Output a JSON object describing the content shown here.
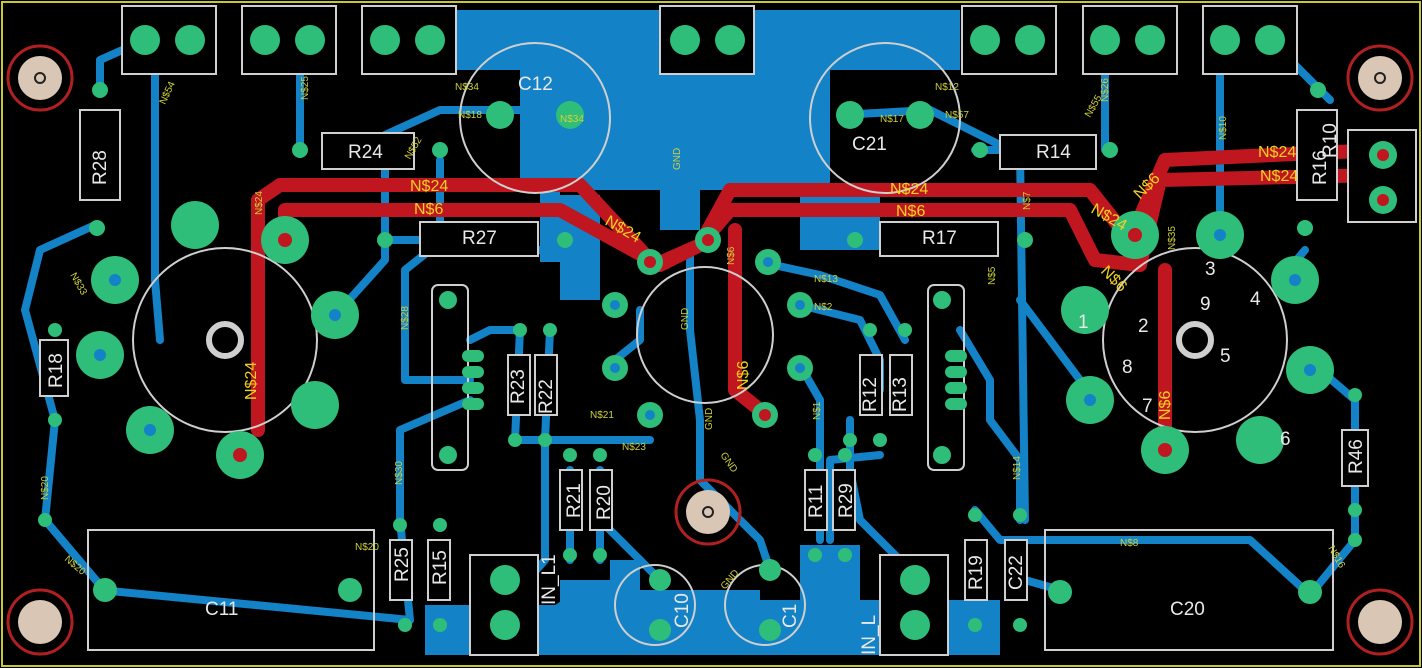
{
  "board": {
    "colors": {
      "background": "#000000",
      "top_copper": "#c0161f",
      "bottom_copper": "#1382c6",
      "pad": "#2fbd7a",
      "silk": "#e6e6e6",
      "net_label": "#cfd13a",
      "outline": "#c8c832"
    },
    "ref_labels": [
      "R28",
      "R24",
      "R27",
      "R17",
      "R14",
      "R16",
      "R18",
      "R46",
      "R10",
      "R23",
      "R22",
      "R12",
      "R13",
      "R21",
      "R20",
      "R11",
      "R29",
      "R25",
      "R15",
      "R19",
      "C22",
      "C12",
      "C21",
      "C11",
      "C20",
      "C10",
      "C1"
    ],
    "pour_labels": [
      "GND",
      "GND",
      "GND",
      "GND",
      "GND"
    ],
    "red_net_labels": [
      "N$24",
      "N$6",
      "N$24",
      "N$6",
      "N$24",
      "N$24",
      "N$6",
      "N$24",
      "N$6",
      "N$24",
      "N$6",
      "N$6",
      "N$24"
    ],
    "net_labels": [
      "N$34",
      "N$18",
      "N$34",
      "N$52",
      "N$17",
      "N$57",
      "N$12",
      "N$26",
      "N$10",
      "N$25",
      "N$54",
      "N$33",
      "N$20",
      "N$20",
      "N$20",
      "N$21",
      "N$23",
      "N$13",
      "N$2",
      "N$5",
      "N$14",
      "N$8",
      "N$16",
      "N$1",
      "N$28",
      "N$30",
      "N$7",
      "N$24",
      "N$6",
      "N$55",
      "N$35"
    ],
    "connector_labels": [
      "IN_L1",
      "IN_L"
    ],
    "pin_numbers": [
      "1",
      "2",
      "3",
      "4",
      "5",
      "6",
      "7",
      "8",
      "9"
    ]
  }
}
